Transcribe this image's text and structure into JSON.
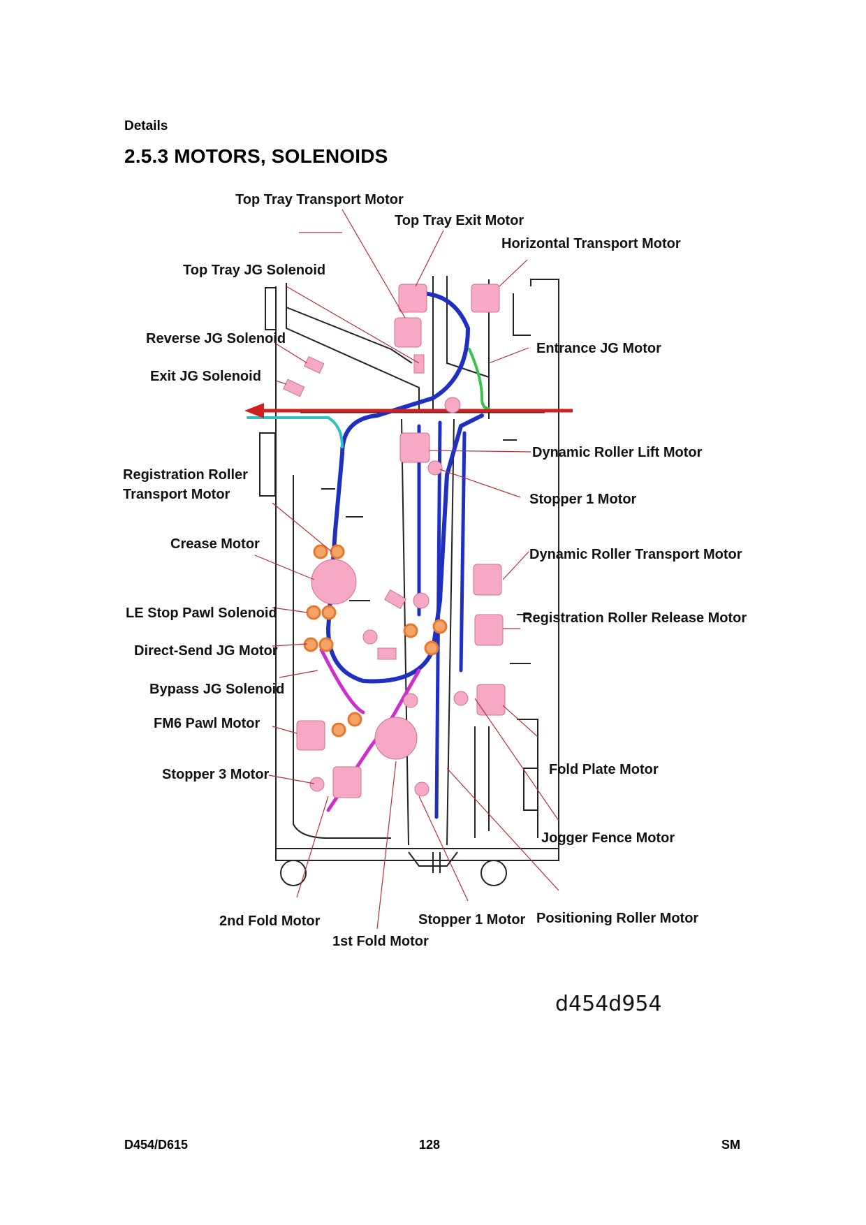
{
  "header": {
    "section_label": "Details",
    "title": "2.5.3  MOTORS, SOLENOIDS"
  },
  "diagram": {
    "image_code": "d454d954",
    "labels": {
      "top_tray_transport_motor": "Top Tray Transport Motor",
      "top_tray_exit_motor": "Top Tray Exit Motor",
      "horizontal_transport_motor": "Horizontal Transport Motor",
      "top_tray_jg_solenoid": "Top Tray JG Solenoid",
      "reverse_jg_solenoid": "Reverse JG Solenoid",
      "entrance_jg_motor": "Entrance JG Motor",
      "exit_jg_solenoid": "Exit JG Solenoid",
      "dynamic_roller_lift_motor": "Dynamic Roller Lift Motor",
      "registration_roller_line1": "Registration Roller",
      "registration_roller_line2": "Transport Motor",
      "stopper_1_motor_right": "Stopper 1 Motor",
      "crease_motor": "Crease Motor",
      "dynamic_roller_transport_motor": "Dynamic Roller Transport Motor",
      "le_stop_pawl_solenoid": "LE Stop Pawl Solenoid",
      "registration_roller_release_motor": "Registration Roller Release Motor",
      "direct_send_jg_motor": "Direct-Send JG Motor",
      "bypass_jg_solenoid": "Bypass JG Solenoid",
      "fm6_pawl_motor": "FM6 Pawl Motor",
      "fold_plate_motor": "Fold Plate Motor",
      "stopper_3_motor": "Stopper 3 Motor",
      "jogger_fence_motor": "Jogger Fence Motor",
      "second_fold_motor": "2nd Fold Motor",
      "stopper_1_motor_bottom": "Stopper 1 Motor",
      "positioning_roller_motor": "Positioning Roller Motor",
      "first_fold_motor": "1st Fold Motor"
    },
    "colors": {
      "component_fill": "#f7a8c4",
      "roller_orange": "#e8772e",
      "paper_path_blue": "#1f2fbf",
      "arrow_red": "#d21f1f",
      "path_cyan": "#2fbfc4",
      "path_green": "#39c24a",
      "path_magenta": "#cc2fcc",
      "leader_line": "#b0303a"
    }
  },
  "footer": {
    "left": "D454/D615",
    "center": "128",
    "right": "SM"
  }
}
